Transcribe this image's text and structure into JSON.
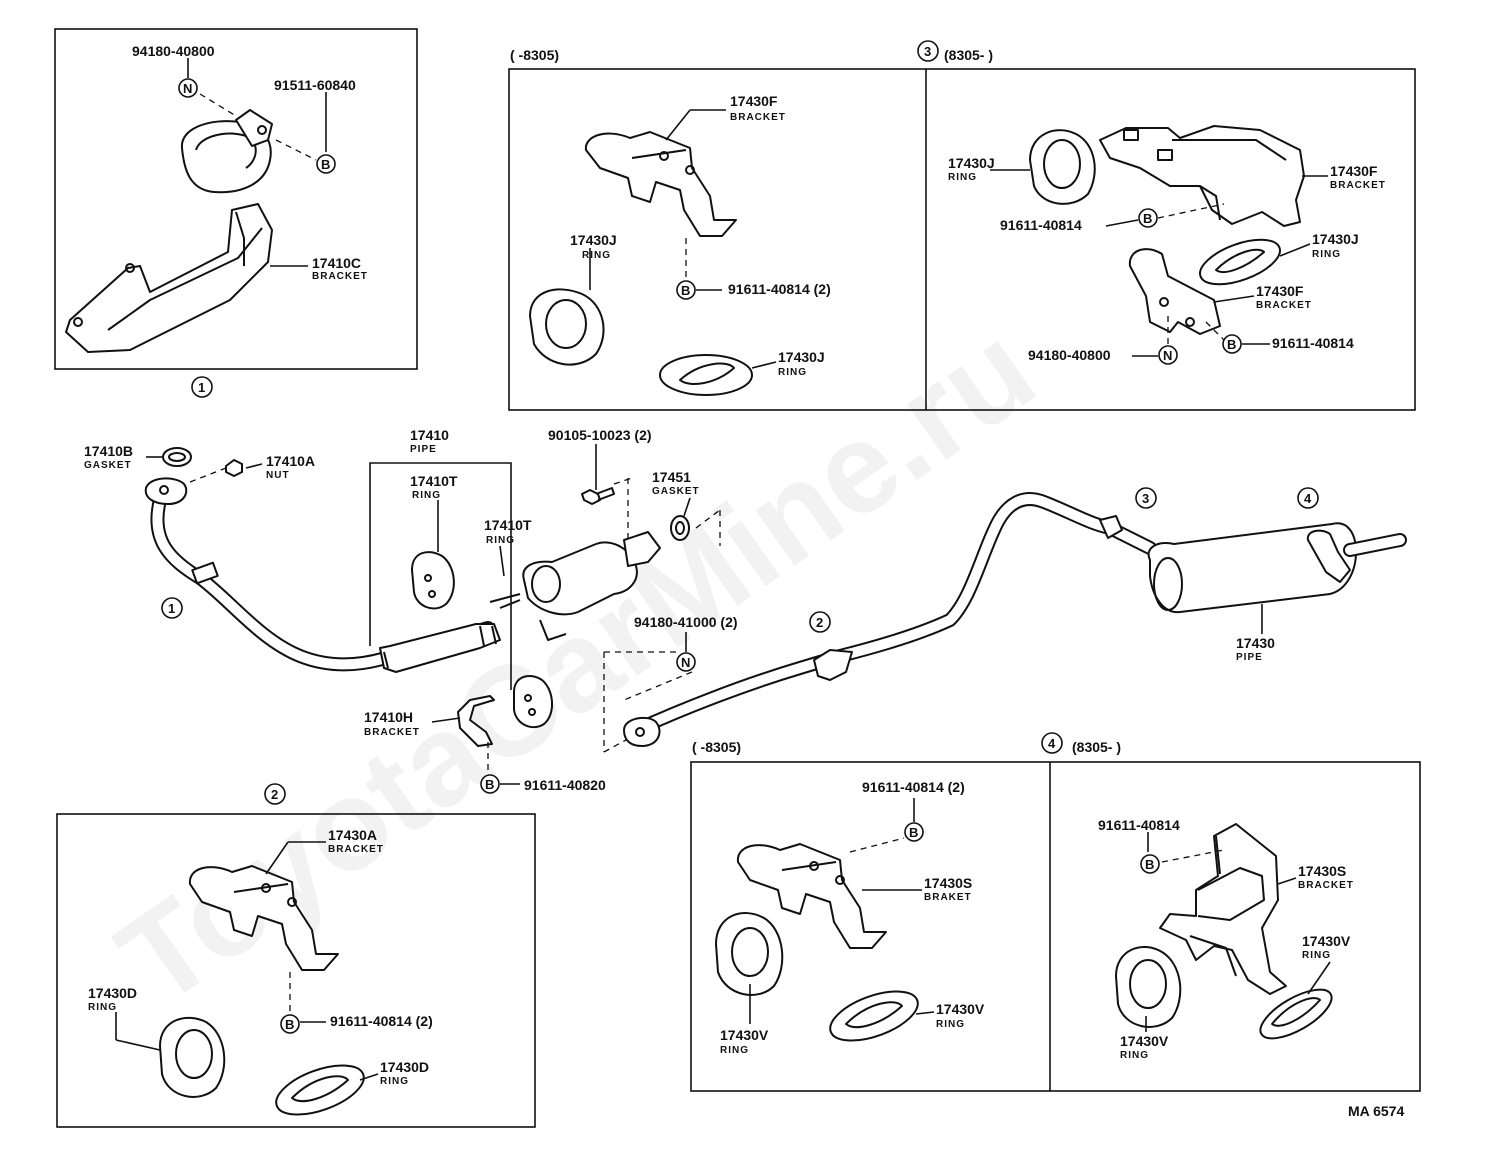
{
  "watermark": "ToyotaCarMine.ru",
  "diagram_code": "MA 6574",
  "section_markers": {
    "one": "1",
    "two": "2",
    "three": "3",
    "four": "4"
  },
  "symbols": {
    "bolt": "B",
    "nut": "N"
  },
  "box1": {
    "p1": "94180-40800",
    "p2": "91511-60840",
    "p3": "17410C",
    "p3_desc": "BRACKET",
    "marker": "1"
  },
  "box3a": {
    "header": "(      -8305)",
    "p1": "17430F",
    "p1_desc": "BRACKET",
    "p2": "17430J",
    "p2_desc": "RING",
    "p3": "91611-40814 (2)",
    "p4": "17430J",
    "p4_desc": "RING"
  },
  "box3b": {
    "marker": "3",
    "header": "(8305-      )",
    "p1": "17430J",
    "p1_desc": "RING",
    "p2": "17430F",
    "p2_desc": "BRACKET",
    "p3": "91611-40814",
    "p4": "17430J",
    "p4_desc": "RING",
    "p5": "17430F",
    "p5_desc": "BRACKET",
    "p6": "94180-40800",
    "p7": "91611-40814"
  },
  "main": {
    "gasket_b": "17410B",
    "gasket_b_desc": "GASKET",
    "nut_a": "17410A",
    "nut_a_desc": "NUT",
    "pipe": "17410",
    "pipe_desc": "PIPE",
    "ring_t1": "17410T",
    "ring_t1_desc": "RING",
    "ring_t2": "17410T",
    "ring_t2_desc": "RING",
    "bolt": "90105-10023 (2)",
    "gasket_451": "17451",
    "gasket_451_desc": "GASKET",
    "nut_41000": "94180-41000 (2)",
    "bracket_h": "17410H",
    "bracket_h_desc": "BRACKET",
    "bolt_40820": "91611-40820",
    "tail": "17430",
    "tail_desc": "PIPE",
    "marker1": "1",
    "marker2": "2",
    "marker3": "3",
    "marker4": "4"
  },
  "box2": {
    "marker": "2",
    "p1": "17430A",
    "p1_desc": "BRACKET",
    "p2": "17430D",
    "p2_desc": "RING",
    "p3": "91611-40814 (2)",
    "p4": "17430D",
    "p4_desc": "RING"
  },
  "box4a": {
    "header": "(      -8305)",
    "p1": "91611-40814 (2)",
    "p2": "17430S",
    "p2_desc": "BRAKET",
    "p3": "17430V",
    "p3_desc": "RING",
    "p4": "17430V",
    "p4_desc": "RING"
  },
  "box4b": {
    "marker": "4",
    "header": "(8305-      )",
    "p1": "91611-40814",
    "p2": "17430S",
    "p2_desc": "BRACKET",
    "p3": "17430V",
    "p3_desc": "RING",
    "p4": "17430V",
    "p4_desc": "RING"
  }
}
